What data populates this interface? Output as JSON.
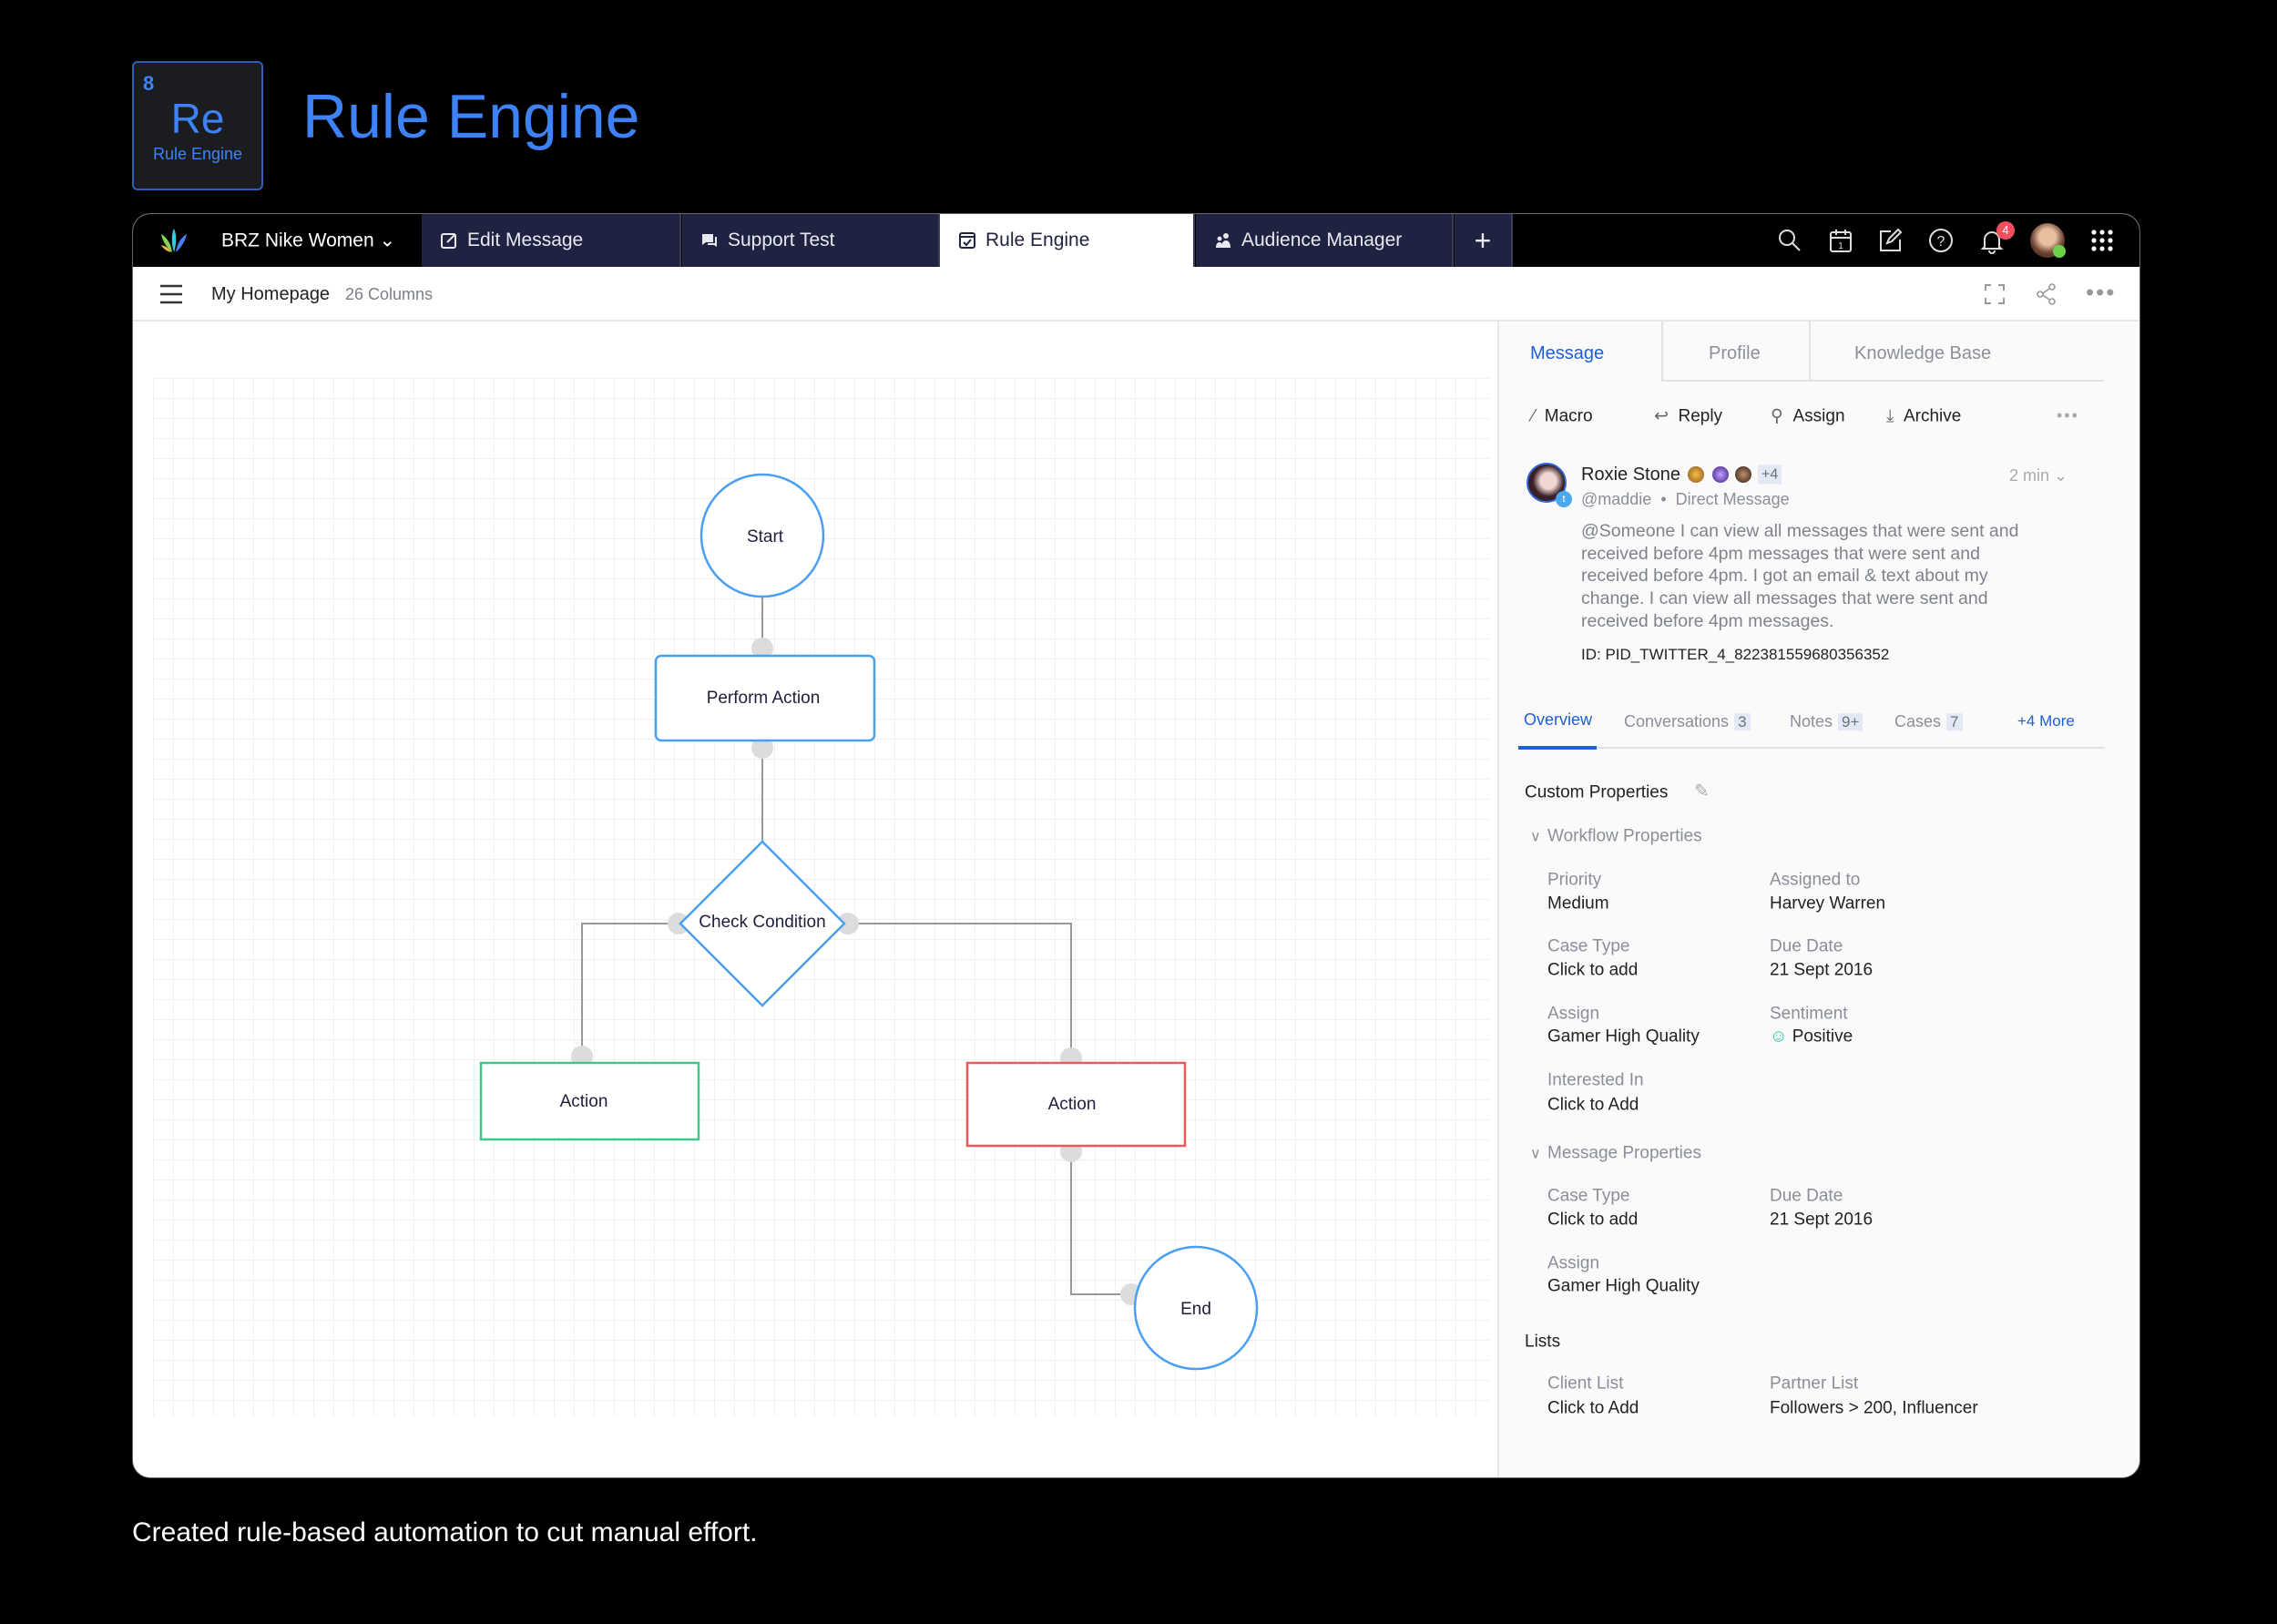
{
  "header": {
    "badge_number": "8",
    "badge_symbol": "Re",
    "badge_name": "Rule Engine",
    "title": "Rule Engine"
  },
  "topbar": {
    "workspace": "BRZ Nike Women",
    "tabs": [
      {
        "label": "Edit Message",
        "icon": "edit-icon"
      },
      {
        "label": "Support Test",
        "icon": "chat-icon"
      },
      {
        "label": "Rule Engine",
        "icon": "checklist-icon",
        "active": true
      },
      {
        "label": "Audience Manager",
        "icon": "users-icon"
      }
    ],
    "add_tab": "+",
    "notification_count": "4"
  },
  "subheader": {
    "title": "My Homepage",
    "columns": "26 Columns"
  },
  "flow": {
    "start": "Start",
    "perform": "Perform Action",
    "check": "Check Condition",
    "action_left": "Action",
    "action_right": "Action",
    "end": "End",
    "colors": {
      "node": "#4a9ff5",
      "left_action": "#3cc88a",
      "right_action": "#f0575a",
      "connector": "#999999"
    }
  },
  "panel": {
    "tabs": [
      "Message",
      "Profile",
      "Knowledge Base"
    ],
    "actions": [
      "Macro",
      "Reply",
      "Assign",
      "Archive"
    ],
    "message": {
      "name": "Roxie Stone",
      "extra": "+4",
      "time": "2 min",
      "handle": "@maddie",
      "channel": "Direct Message",
      "body": [
        "@Someone I can view all messages that were sent and",
        "received before 4pm messages that were sent and",
        "received before 4pm. I got an email & text about my",
        "change. I can view all messages that were sent and",
        "received before 4pm messages."
      ],
      "id": "ID: PID_TWITTER_4_822381559680356352"
    },
    "subtabs": [
      {
        "label": "Overview"
      },
      {
        "label": "Conversations",
        "count": "3"
      },
      {
        "label": "Notes",
        "count": "9+"
      },
      {
        "label": "Cases",
        "count": "7"
      }
    ],
    "more": "+4 More",
    "custom_title": "Custom Properties",
    "workflow": {
      "title": "Workflow Properties",
      "fields": [
        {
          "label": "Priority",
          "value": "Medium"
        },
        {
          "label": "Assigned to",
          "value": "Harvey Warren"
        },
        {
          "label": "Case Type",
          "value": "Click to add"
        },
        {
          "label": "Due Date",
          "value": "21 Sept 2016"
        },
        {
          "label": "Assign",
          "value": "Gamer High Quality"
        },
        {
          "label": "Sentiment",
          "value": "Positive"
        },
        {
          "label": "Interested In",
          "value": "Click to Add"
        }
      ]
    },
    "message_props": {
      "title": "Message Properties",
      "fields": [
        {
          "label": "Case Type",
          "value": "Click to add"
        },
        {
          "label": "Due Date",
          "value": "21 Sept 2016"
        },
        {
          "label": "Assign",
          "value": "Gamer High Quality"
        }
      ]
    },
    "lists": {
      "title": "Lists",
      "fields": [
        {
          "label": "Client List",
          "value": "Click to Add"
        },
        {
          "label": "Partner List",
          "value": "Followers > 200, Influencer"
        }
      ]
    },
    "accent": "#1f5fd6"
  },
  "caption": "Created rule-based automation to cut manual effort."
}
